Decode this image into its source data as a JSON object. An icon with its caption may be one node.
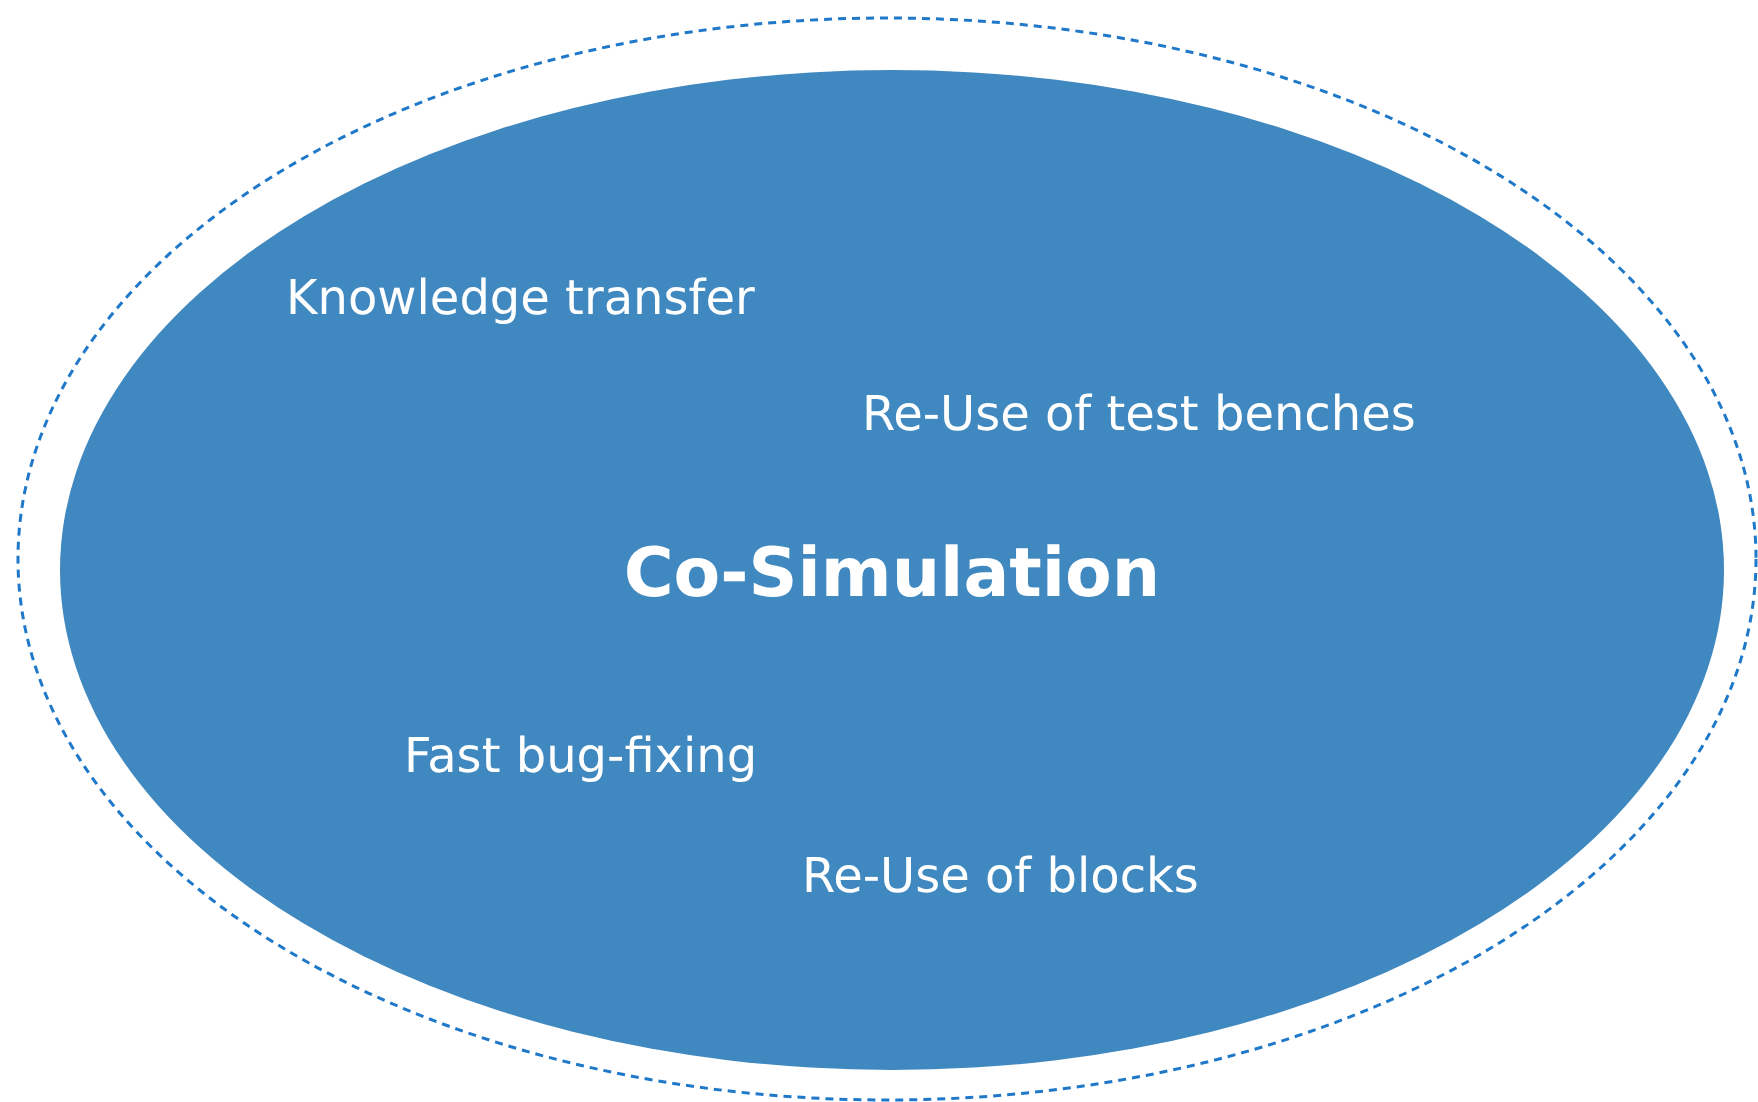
{
  "diagram": {
    "nodes": [
      {
        "text": [],
        "shape": "ellipse"
      },
      {
        "text": [
          "Knowledge transfer",
          "Re-Use of test benches",
          "Co-Simulation",
          "Fast bug-fixing",
          "Re-Use of blocks"
        ],
        "in": 0
      }
    ]
  }
}
